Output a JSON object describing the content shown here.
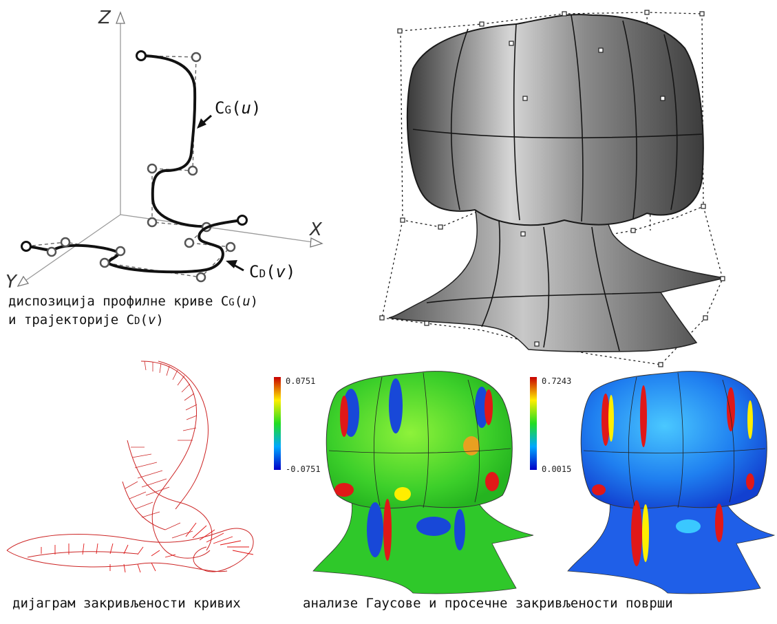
{
  "axes": {
    "z": "Z",
    "x": "X",
    "y": "Y"
  },
  "curves": {
    "profile": {
      "prefix": "C",
      "sub": "G",
      "arg": "(",
      "var": "u",
      "close": ")"
    },
    "trajectory": {
      "prefix": "C",
      "sub": "D",
      "arg": "(",
      "var": "v",
      "close": ")"
    }
  },
  "captions": {
    "disposition_line1": {
      "text": "диспозиција профилне криве C",
      "sub": "G",
      "arg": "(",
      "var": "u",
      "close": ")"
    },
    "disposition_line2": {
      "text": "и трајекторије C",
      "sub": "D",
      "arg": "(",
      "var": "v",
      "close": ")"
    },
    "curvature_diagram": "дијаграм закривљености кривих",
    "surface_analysis": "анализе Гаусове и просечне закривљености површи"
  },
  "colorbars": {
    "gaussian": {
      "max": "0.0751",
      "min": "-0.0751"
    },
    "mean": {
      "max": "0.7243",
      "min": "0.0015"
    }
  },
  "colors": {
    "curve": "#111111",
    "comb": "#cc2222",
    "surface_gray": "#7a7a7a",
    "gauss_base": "#33cc33",
    "mean_base": "#1f5fe8"
  }
}
